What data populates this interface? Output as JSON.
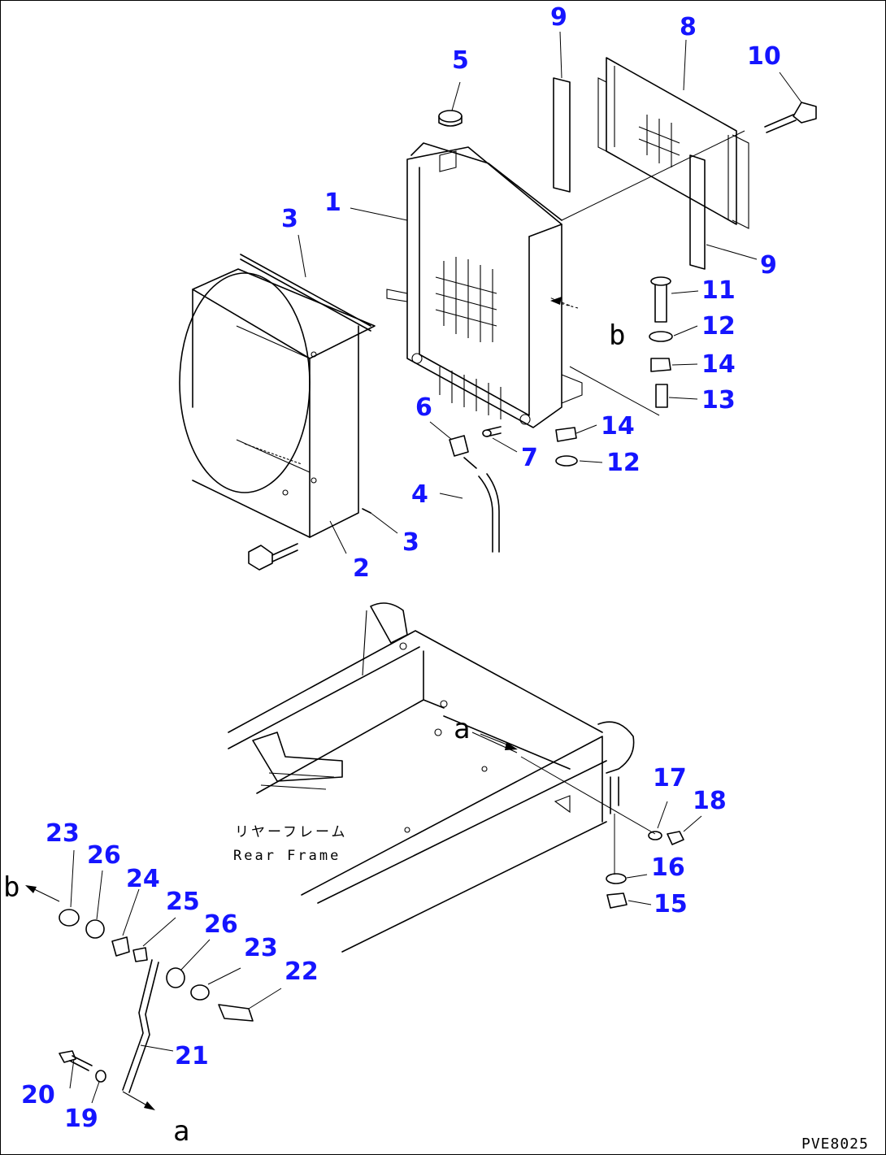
{
  "callouts": [
    {
      "id": "1",
      "label": "1"
    },
    {
      "id": "2",
      "label": "2"
    },
    {
      "id": "3a",
      "label": "3"
    },
    {
      "id": "3b",
      "label": "3"
    },
    {
      "id": "4",
      "label": "4"
    },
    {
      "id": "5",
      "label": "5"
    },
    {
      "id": "6",
      "label": "6"
    },
    {
      "id": "7",
      "label": "7"
    },
    {
      "id": "8",
      "label": "8"
    },
    {
      "id": "9a",
      "label": "9"
    },
    {
      "id": "9b",
      "label": "9"
    },
    {
      "id": "10",
      "label": "10"
    },
    {
      "id": "11",
      "label": "11"
    },
    {
      "id": "12a",
      "label": "12"
    },
    {
      "id": "12b",
      "label": "12"
    },
    {
      "id": "13",
      "label": "13"
    },
    {
      "id": "14a",
      "label": "14"
    },
    {
      "id": "14b",
      "label": "14"
    },
    {
      "id": "15",
      "label": "15"
    },
    {
      "id": "16",
      "label": "16"
    },
    {
      "id": "17",
      "label": "17"
    },
    {
      "id": "18",
      "label": "18"
    },
    {
      "id": "19",
      "label": "19"
    },
    {
      "id": "20",
      "label": "20"
    },
    {
      "id": "21",
      "label": "21"
    },
    {
      "id": "22",
      "label": "22"
    },
    {
      "id": "23a",
      "label": "23"
    },
    {
      "id": "23b",
      "label": "23"
    },
    {
      "id": "24",
      "label": "24"
    },
    {
      "id": "25",
      "label": "25"
    },
    {
      "id": "26a",
      "label": "26"
    },
    {
      "id": "26b",
      "label": "26"
    }
  ],
  "refs": {
    "b_right": "b",
    "a_frame": "a",
    "b_left": "b",
    "a_bottom": "a"
  },
  "frame_label": {
    "jp": "リヤーフレーム",
    "en": "Rear Frame"
  },
  "drawing_code": "PVE8025",
  "colors": {
    "callout": "#1515ff",
    "line": "#000000",
    "background": "#ffffff"
  }
}
